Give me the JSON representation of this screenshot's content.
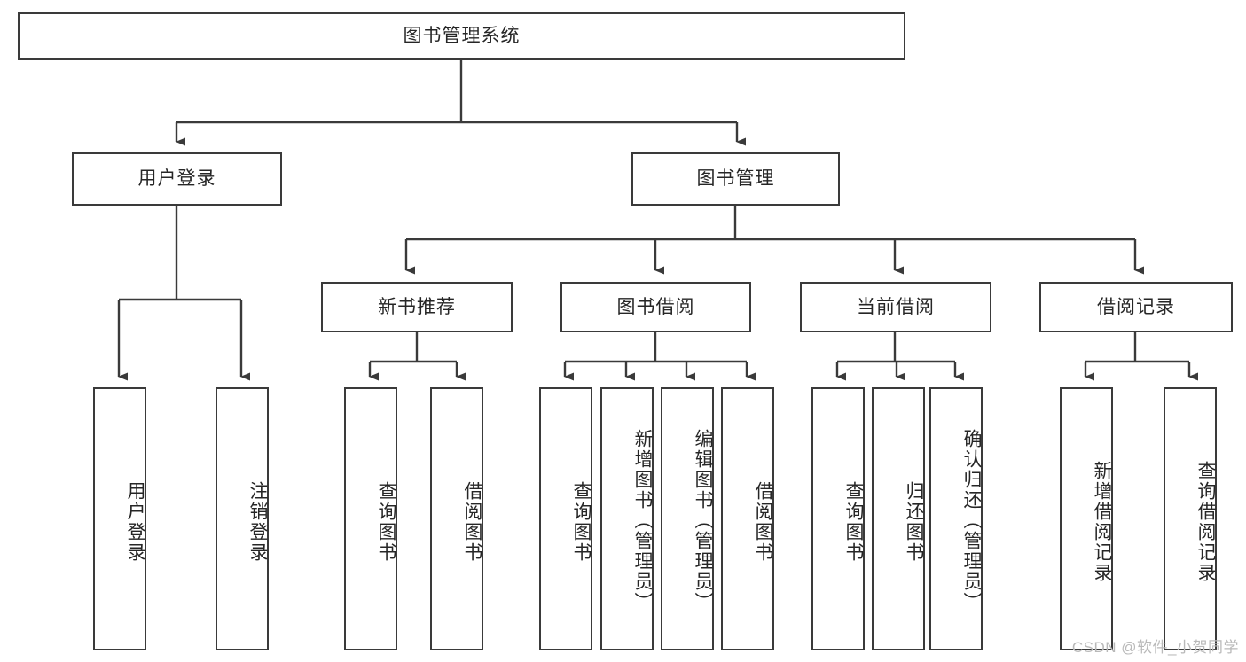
{
  "diagram": {
    "title": "图书管理系统",
    "type": "tree-hierarchy",
    "root": {
      "label": "图书管理系统"
    },
    "level1": [
      {
        "label": "用户登录"
      },
      {
        "label": "图书管理"
      }
    ],
    "level2": [
      {
        "label": "新书推荐",
        "parent": "图书管理"
      },
      {
        "label": "图书借阅",
        "parent": "图书管理"
      },
      {
        "label": "当前借阅",
        "parent": "图书管理"
      },
      {
        "label": "借阅记录",
        "parent": "图书管理"
      }
    ],
    "leaves": {
      "user_login": [
        {
          "label": "用户登录"
        },
        {
          "label": "注销登录"
        }
      ],
      "new_book_recommend": [
        {
          "label": "查询图书"
        },
        {
          "label": "借阅图书"
        }
      ],
      "book_borrow": [
        {
          "label": "查询图书"
        },
        {
          "label": "新增图书（管理员）"
        },
        {
          "label": "编辑图书（管理员）"
        },
        {
          "label": "借阅图书"
        }
      ],
      "current_borrow": [
        {
          "label": "查询图书"
        },
        {
          "label": "归还图书"
        },
        {
          "label": "确认归还（管理员）"
        }
      ],
      "borrow_record": [
        {
          "label": "新增借阅记录"
        },
        {
          "label": "查询借阅记录"
        }
      ]
    }
  },
  "watermark": {
    "text": "CSDN @软件_小贺同学"
  },
  "colors": {
    "stroke": "#3a3a3a",
    "text": "#262626",
    "background": "#ffffff",
    "watermark": "#b9b9b9"
  }
}
